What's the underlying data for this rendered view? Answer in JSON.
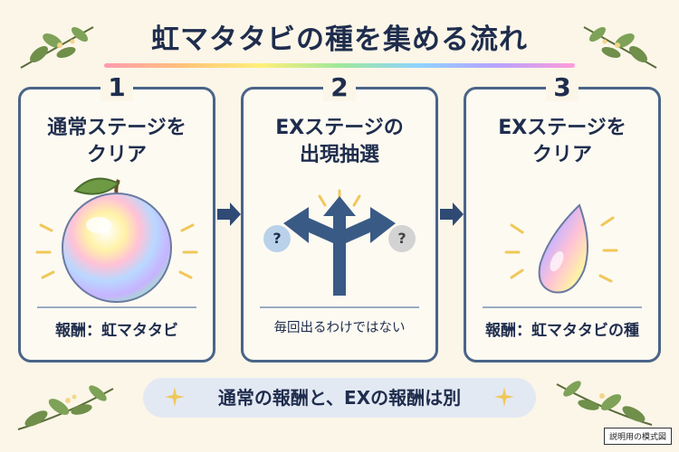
{
  "title": "虹マタタビの種を集める流れ",
  "steps": [
    {
      "number": "1",
      "title_line1": "通常ステージを",
      "title_line2": "クリア",
      "reward": "報酬：虹マタタビ"
    },
    {
      "number": "2",
      "title_line1": "EXステージの",
      "title_line2": "出現抽選",
      "reward": "毎回出るわけではない",
      "question_mark": "?"
    },
    {
      "number": "3",
      "title_line1": "EXステージを",
      "title_line2": "クリア",
      "reward": "報酬：虹マタタビの種"
    }
  ],
  "bottom_note": "通常の報酬と、EXの報酬は別",
  "caption": "説明用の模式図",
  "icons": [
    "leaf-branch-icon",
    "arrow-right-icon",
    "rainbow-fruit-icon",
    "branching-arrows-icon",
    "question-bubble-icon",
    "rainbow-seed-icon",
    "sparkle-icon"
  ],
  "colors": {
    "navy": "#1f2d4d",
    "card_border": "#4a6488",
    "background": "#fbf6e8",
    "note_bg": "#e3e9f3"
  }
}
